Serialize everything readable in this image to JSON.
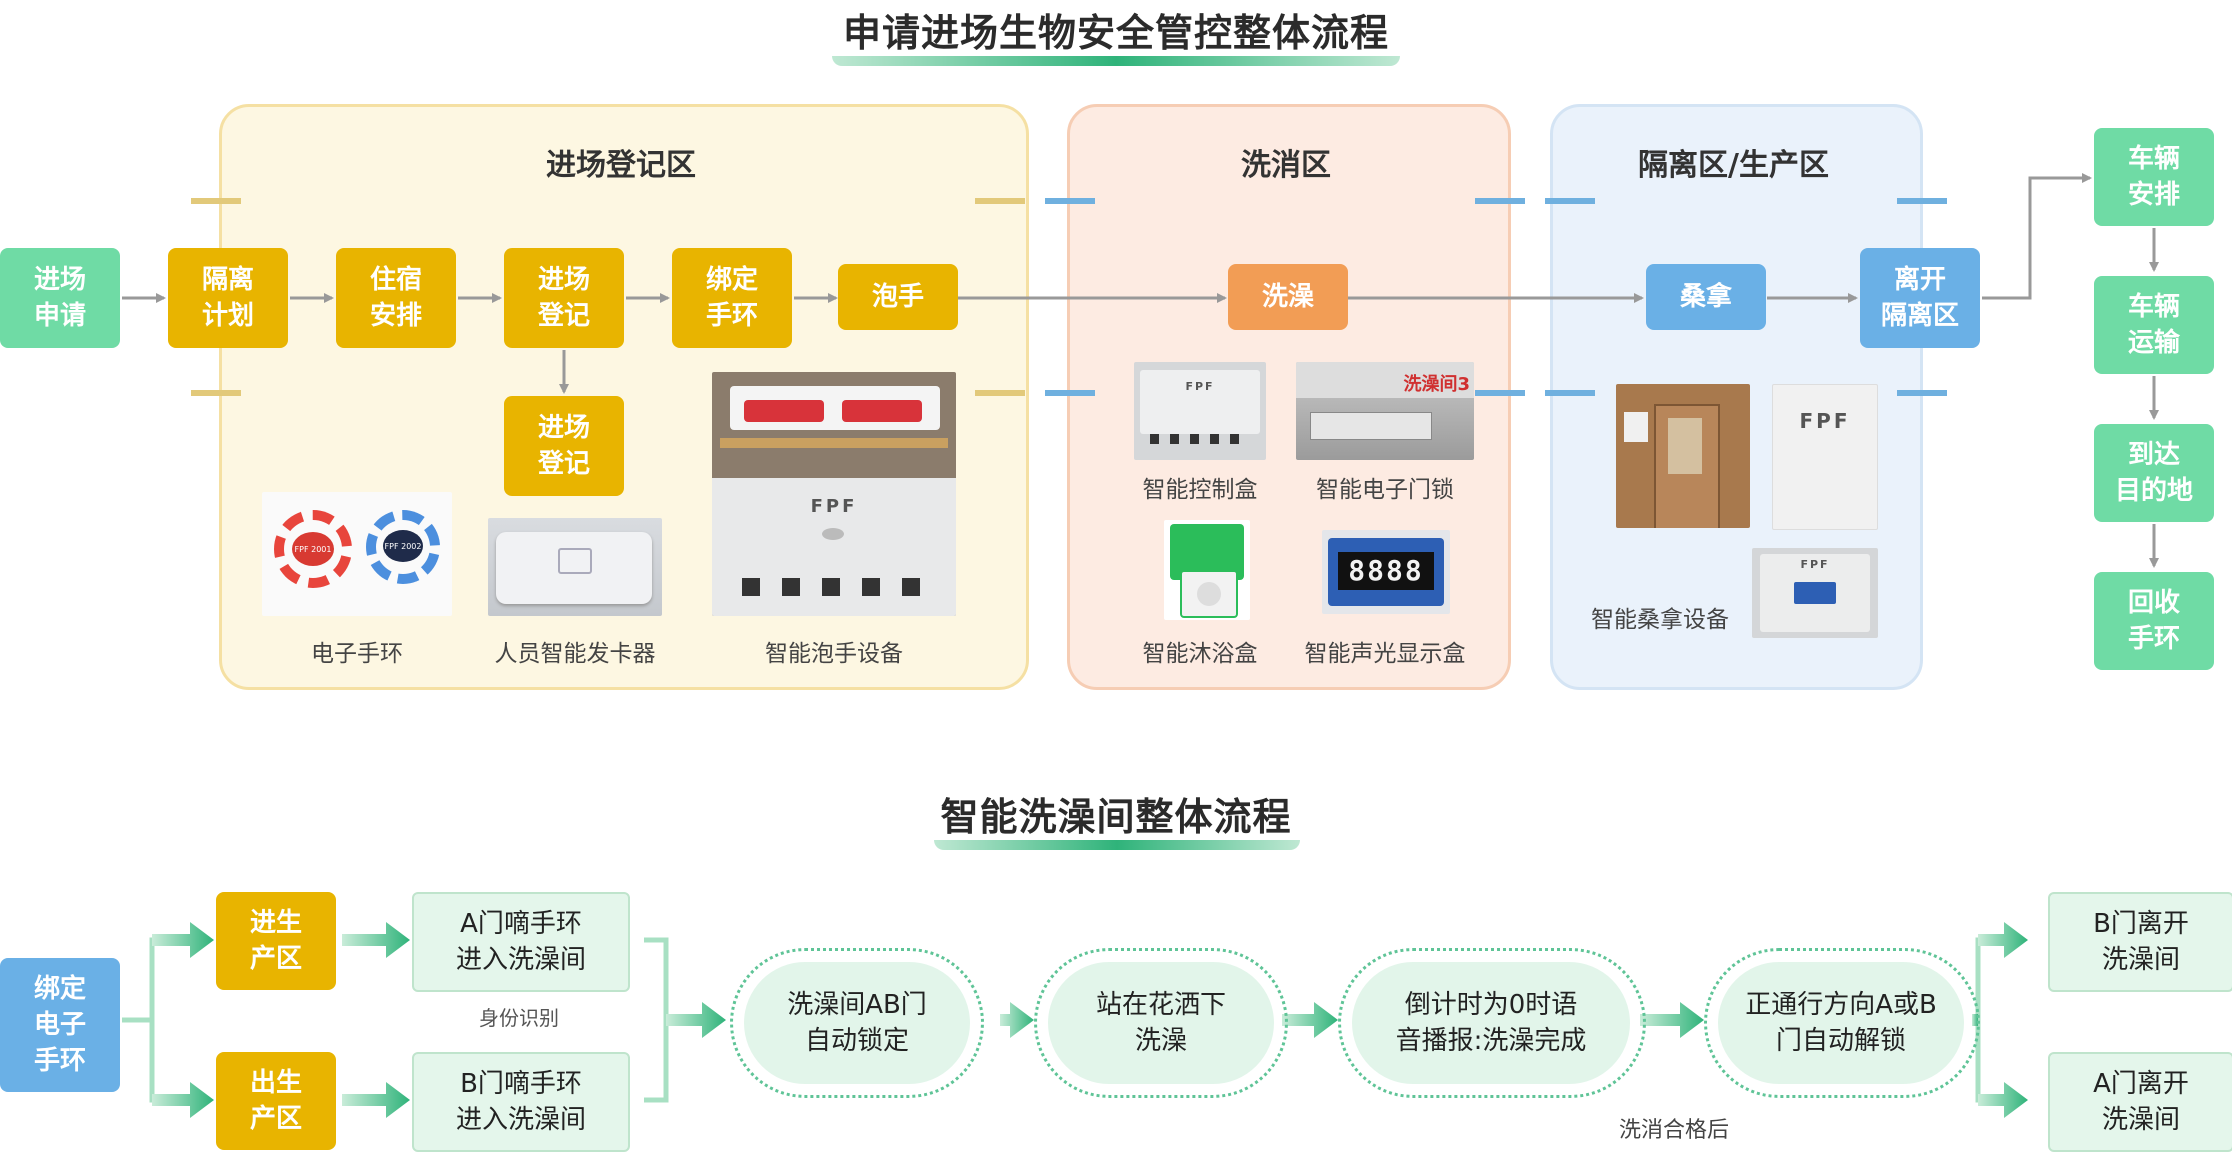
{
  "flow1": {
    "title": "申请进场生物安全管控整体流程",
    "zones": {
      "entry": "进场登记区",
      "disinfect": "洗消区",
      "isolation": "隔离区/生产区"
    },
    "steps": {
      "apply": "进场\n申请",
      "isolation_plan": "隔离\n计划",
      "lodging": "住宿\n安排",
      "register": "进场\n登记",
      "register2": "进场\n登记",
      "bind": "绑定\n手环",
      "handwash": "泡手",
      "shower": "洗澡",
      "sauna": "桑拿",
      "leave": "离开\n隔离区",
      "vehicle_arrange": "车辆\n安排",
      "vehicle_transport": "车辆\n运输",
      "arrive": "到达\n目的地",
      "recycle": "回收\n手环"
    },
    "devices": {
      "wristband": "电子手环",
      "card_issuer": "人员智能发卡器",
      "handwash_device": "智能泡手设备",
      "control_box": "智能控制盒",
      "door_lock": "智能电子门锁",
      "shower_box": "智能沐浴盒",
      "display_box": "智能声光显示盒",
      "sauna_device": "智能桑拿设备"
    },
    "photo_text": {
      "brand": "FPF",
      "room": "洗澡间3",
      "digits": "8888",
      "band_red": "FPF 2001",
      "band_blue": "FPF 2002"
    },
    "colors": {
      "yellow": "#e8b400",
      "green": "#6fdba5",
      "orange": "#f29d55",
      "blue": "#6ab0e6"
    }
  },
  "flow2": {
    "title": "智能洗澡间整体流程",
    "bind": "绑定\n电子\n手环",
    "enter_prod": "进生\n产区",
    "exit_prod": "出生\n产区",
    "door_a_enter": "A门嘀手环\n进入洗澡间",
    "door_b_enter": "B门嘀手环\n进入洗澡间",
    "identity": "身份识别",
    "lock": "洗澡间AB门\n自动锁定",
    "stand": "站在花洒下\n洗澡",
    "countdown": "倒计时为0时语\n音播报:洗澡完成",
    "unlock": "正通行方向A或B\n门自动解锁",
    "qualified": "洗消合格后",
    "b_leave": "B门离开\n洗澡间",
    "a_leave": "A门离开\n洗澡间"
  }
}
